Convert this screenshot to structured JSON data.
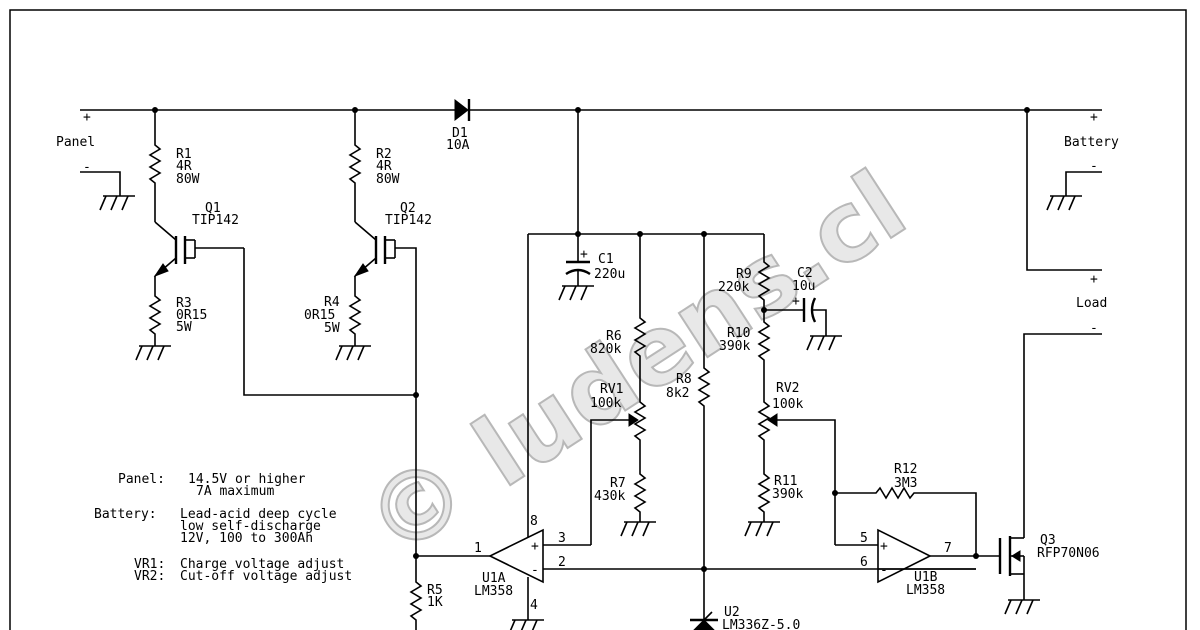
{
  "watermark": "© ludens.cl",
  "notes": {
    "panel_label": "Panel:",
    "panel_line1": "14.5V or higher",
    "panel_line2": "7A maximum",
    "battery_label": "Battery:",
    "battery_line1": "Lead-acid deep cycle",
    "battery_line2": "low self-discharge",
    "battery_line3": "12V, 100 to 300Ah",
    "vr1_label": "VR1:",
    "vr1_text": "Charge voltage adjust",
    "vr2_label": "VR2:",
    "vr2_text": "Cut-off voltage adjust"
  },
  "terminals": {
    "panel_plus": "+",
    "panel_name": "Panel",
    "panel_minus": "-",
    "battery_plus": "+",
    "battery_name": "Battery",
    "battery_minus": "-",
    "load_plus": "+",
    "load_name": "Load",
    "load_minus": "-"
  },
  "components": {
    "d1": {
      "ref": "D1",
      "value": "10A"
    },
    "r1": {
      "ref": "R1",
      "value": "4R",
      "rating": "80W"
    },
    "r2": {
      "ref": "R2",
      "value": "4R",
      "rating": "80W"
    },
    "q1": {
      "ref": "Q1",
      "value": "TIP142"
    },
    "q2": {
      "ref": "Q2",
      "value": "TIP142"
    },
    "r3": {
      "ref": "R3",
      "value": "0R15",
      "rating": "5W"
    },
    "r4": {
      "ref": "R4",
      "value": "0R15",
      "rating": "5W"
    },
    "c1": {
      "ref": "C1",
      "value": "220u",
      "pol": "+"
    },
    "c2": {
      "ref": "C2",
      "value": "10u",
      "pol": "+"
    },
    "r6": {
      "ref": "R6",
      "value": "820k"
    },
    "rv1": {
      "ref": "RV1",
      "value": "100k"
    },
    "r7": {
      "ref": "R7",
      "value": "430k"
    },
    "r8": {
      "ref": "R8",
      "value": "8k2"
    },
    "r9": {
      "ref": "R9",
      "value": "220k"
    },
    "r10": {
      "ref": "R10",
      "value": "390k"
    },
    "rv2": {
      "ref": "RV2",
      "value": "100k"
    },
    "r11": {
      "ref": "R11",
      "value": "390k"
    },
    "r12": {
      "ref": "R12",
      "value": "3M3"
    },
    "r5": {
      "ref": "R5",
      "value": "1K"
    },
    "u1a": {
      "ref": "U1A",
      "value": "LM358",
      "pin_in_plus": "3",
      "pin_in_minus": "2",
      "pin_out": "1",
      "pin_vcc": "8",
      "pin_gnd": "4",
      "sign_plus": "+",
      "sign_minus": "-"
    },
    "u1b": {
      "ref": "U1B",
      "value": "LM358",
      "pin_in_plus": "5",
      "pin_in_minus": "6",
      "pin_out": "7",
      "sign_plus": "+",
      "sign_minus": "-"
    },
    "u2": {
      "ref": "U2",
      "value": "LM336Z-5.0"
    },
    "q3": {
      "ref": "Q3",
      "value": "RFP70N06"
    }
  }
}
